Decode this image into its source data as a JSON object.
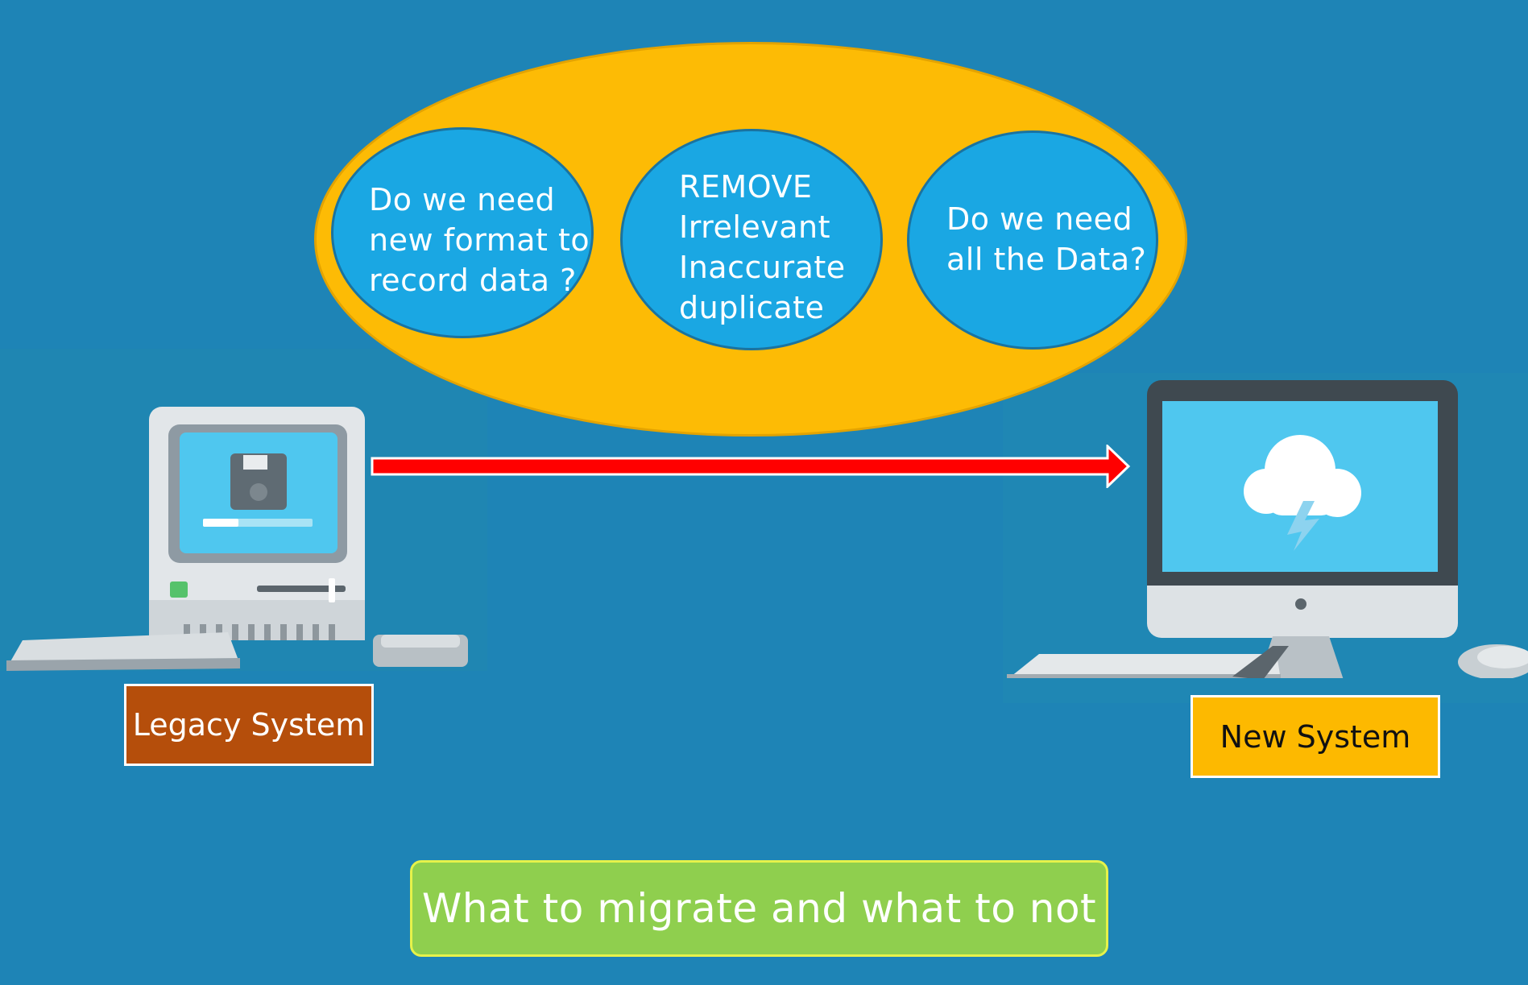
{
  "bubbles": [
    {
      "lines": [
        "Do we need",
        "new format to",
        "record data ?"
      ]
    },
    {
      "lines": [
        "REMOVE",
        "Irrelevant",
        "Inaccurate",
        "duplicate"
      ]
    },
    {
      "lines": [
        "Do we need",
        "all the Data?"
      ]
    }
  ],
  "labels": {
    "legacy": "Legacy System",
    "new": "New System"
  },
  "caption": "What to migrate and what to not",
  "colors": {
    "background": "#1e84b6",
    "ellipse": "#fdbb05",
    "bubble": "#1aa7e3",
    "arrow": "#ff0000",
    "legacy_label": "#b54e0b",
    "new_label": "#fdb900",
    "caption": "#8fcf4e"
  },
  "icons": {
    "legacy_screen": "floppy-disk-icon",
    "new_screen": "cloud-storm-icon"
  }
}
